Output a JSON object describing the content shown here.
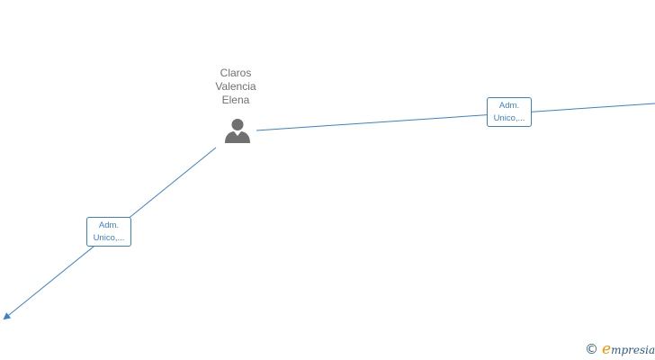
{
  "person": {
    "name_lines": [
      "Claros",
      "Valencia",
      "Elena"
    ],
    "icon": "person-icon"
  },
  "relations": [
    {
      "line1": "Adm.",
      "line2": "Unico,..."
    },
    {
      "line1": "Adm.",
      "line2": "Unico,..."
    }
  ],
  "brand": {
    "copyright_symbol": "©",
    "initial": "e",
    "rest": "mpresia"
  },
  "colors": {
    "edge": "#3b7fd1",
    "label_text": "#707070",
    "icon": "#707070",
    "brand_blue": "#2a5a84",
    "brand_orange": "#f29400"
  }
}
